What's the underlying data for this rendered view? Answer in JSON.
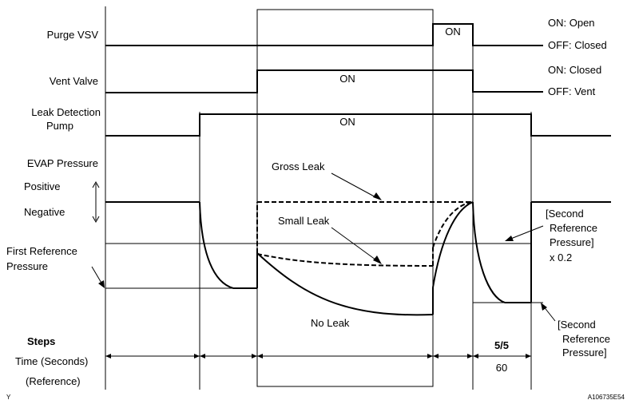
{
  "labels": {
    "purge_vsv": "Purge VSV",
    "vent_valve": "Vent Valve",
    "leak_pump_1": "Leak Detection",
    "leak_pump_2": "Pump",
    "evap_pressure": "EVAP Pressure",
    "positive": "Positive",
    "negative": "Negative",
    "first_ref_1": "First Reference",
    "first_ref_2": "Pressure",
    "steps": "Steps",
    "time": "Time (Seconds)",
    "reference": "(Reference)"
  },
  "states": {
    "purge_on_open": "ON: Open",
    "purge_off_closed": "OFF: Closed",
    "vent_on_closed": "ON: Closed",
    "vent_off_vent": "OFF: Vent",
    "purge_on": "ON",
    "vent_on": "ON",
    "pump_on": "ON"
  },
  "annotations": {
    "gross_leak": "Gross Leak",
    "small_leak": "Small Leak",
    "no_leak": "No Leak",
    "second_ref_x02_1": "[Second",
    "second_ref_x02_2": "Reference",
    "second_ref_x02_3": "Pressure]",
    "second_ref_x02_4": "x 0.2",
    "second_ref_1": "[Second",
    "second_ref_2": "Reference",
    "second_ref_3": "Pressure]"
  },
  "steps_row": {
    "step_label": "5/5",
    "time_value": "60"
  },
  "corner": {
    "left": "Y",
    "right": "A106735E54"
  }
}
